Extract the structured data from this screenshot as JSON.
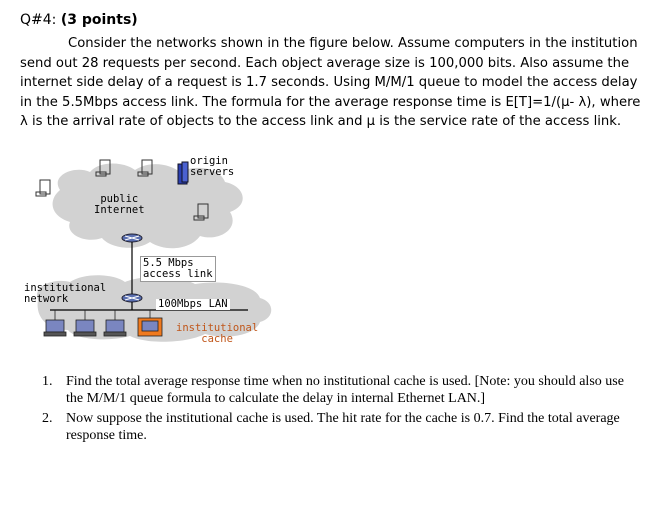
{
  "header": {
    "qnum": "Q#4: ",
    "points": "(3 points)"
  },
  "body_text": "Consider the networks shown in the figure below. Assume computers in the institution send out 28 requests per second. Each object average size is 100,000 bits. Also assume the internet side delay of a request is 1.7 seconds. Using M/M/1 queue to model the access delay in the 5.5Mbps access link. The formula for the average response time is E[T]=1/(μ- λ), where λ is the arrival rate of objects to the access link and μ is the service rate of the access link.",
  "figure": {
    "origin_servers": "origin\nservers",
    "public_internet": "public\nInternet",
    "access_link": "5.5 Mbps\naccess link",
    "institutional_network": "institutional\nnetwork",
    "lan": "100Mbps LAN",
    "inst_cache": "institutional\ncache"
  },
  "questions": [
    {
      "num": "1.",
      "text": "Find the total average response time when no institutional cache is used. [Note: you should also use the M/M/1 queue formula to calculate the delay in internal Ethernet LAN.]"
    },
    {
      "num": "2.",
      "text": "Now suppose the institutional cache is used. The hit rate for the cache is 0.7. Find the total average response time."
    }
  ]
}
